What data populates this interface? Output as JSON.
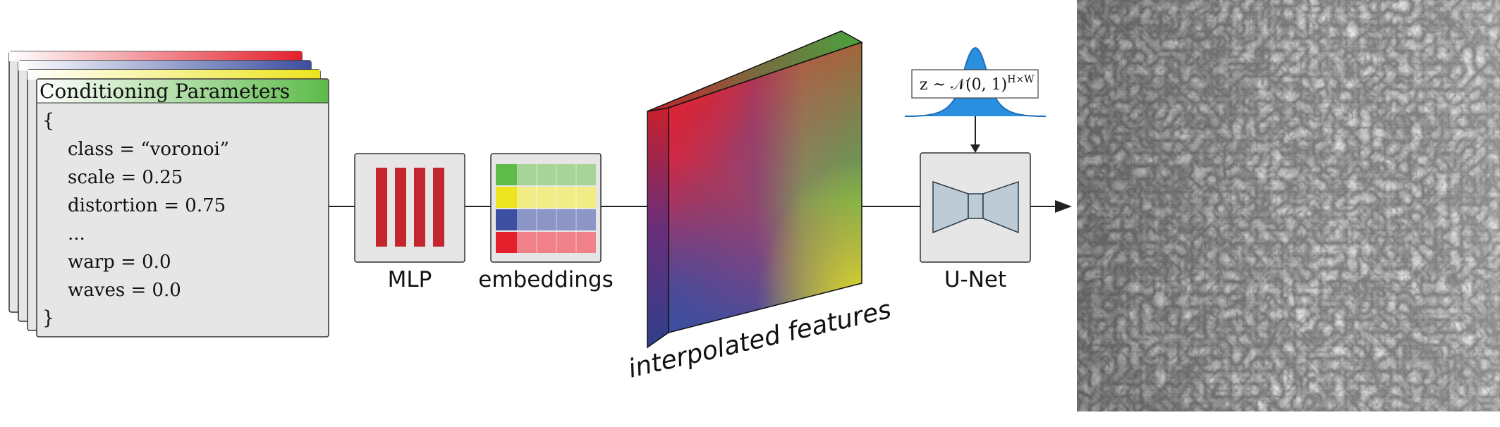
{
  "conditioning": {
    "title": "Conditioning Parameters",
    "open_brace": "{",
    "close_brace": "}",
    "lines": [
      "class = “voronoi”",
      "scale = 0.25",
      "distortion = 0.75",
      "...",
      "warp = 0.0",
      "waves = 0.0"
    ]
  },
  "mlp": {
    "label": "MLP"
  },
  "embeddings": {
    "label": "embeddings"
  },
  "features": {
    "label": "interpolated features"
  },
  "noise": {
    "label": "z ~ 𝒩(0, 1)",
    "superscript": "H×W"
  },
  "unet": {
    "label": "U-Net"
  },
  "colors": {
    "red": "#e3202b",
    "yellow": "#ece41e",
    "blue": "#3c4fa0",
    "green": "#5dbb4a",
    "mlp_bar": "#c3262f",
    "gaussian": "#2b8fe0",
    "unet_fill": "#bccbd6",
    "box_fill": "#e6e6e6"
  }
}
